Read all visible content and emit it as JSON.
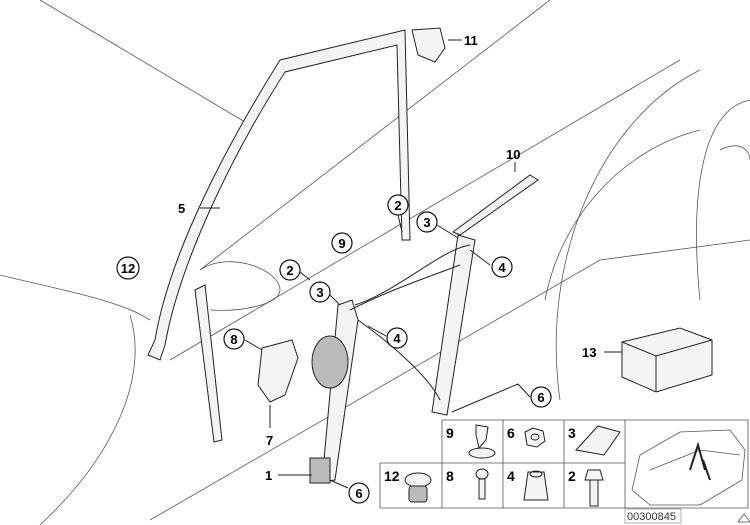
{
  "diagram_code": "00300845",
  "callouts": [
    {
      "id": "c11",
      "label": "11",
      "circled": false
    },
    {
      "id": "c10",
      "label": "10",
      "circled": false
    },
    {
      "id": "c5",
      "label": "5",
      "circled": false
    },
    {
      "id": "c2a",
      "label": "2",
      "circled": true
    },
    {
      "id": "c3a",
      "label": "3",
      "circled": true
    },
    {
      "id": "c4a",
      "label": "4",
      "circled": true
    },
    {
      "id": "c9",
      "label": "9",
      "circled": true
    },
    {
      "id": "c12",
      "label": "12",
      "circled": true
    },
    {
      "id": "c2b",
      "label": "2",
      "circled": true
    },
    {
      "id": "c3b",
      "label": "3",
      "circled": true
    },
    {
      "id": "c4b",
      "label": "4",
      "circled": true
    },
    {
      "id": "c8",
      "label": "8",
      "circled": true
    },
    {
      "id": "c7",
      "label": "7",
      "circled": false
    },
    {
      "id": "c1",
      "label": "1",
      "circled": false
    },
    {
      "id": "c6a",
      "label": "6",
      "circled": true
    },
    {
      "id": "c6b",
      "label": "6",
      "circled": true
    },
    {
      "id": "c13",
      "label": "13",
      "circled": false
    }
  ],
  "hardware_grid": [
    {
      "label": "9",
      "part": "clip"
    },
    {
      "label": "6",
      "part": "hex-nut"
    },
    {
      "label": "3",
      "part": "spring-nut"
    },
    {
      "label": "12",
      "part": "plug"
    },
    {
      "label": "8",
      "part": "screw"
    },
    {
      "label": "4",
      "part": "cage-nut"
    },
    {
      "label": "2",
      "part": "bolt"
    }
  ]
}
